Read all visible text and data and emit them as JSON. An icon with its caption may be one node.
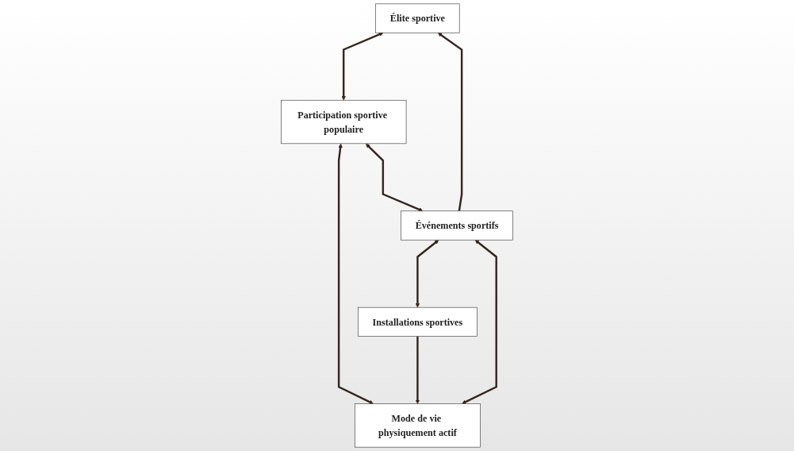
{
  "diagram": {
    "nodes": [
      {
        "text": [
          "Élite sportive"
        ]
      },
      {
        "text": [
          "Participation sportive populaire"
        ]
      },
      {
        "text": [
          "Événements sportifs"
        ]
      },
      {
        "text": [
          "Mode de vie physiquement actif"
        ]
      },
      {
        "text": [
          "Installations sportives"
        ]
      }
    ],
    "edges": [
      {
        "from": 2,
        "to": 0,
        "arrow": "to"
      },
      {
        "from": 0,
        "to": 1,
        "arrow": "both"
      },
      {
        "from": 1,
        "to": 2,
        "arrow": "both"
      },
      {
        "from": 1,
        "to": 3,
        "arrow": "both"
      },
      {
        "from": 3,
        "to": 2,
        "arrow": "both"
      },
      {
        "from": 2,
        "to": 4,
        "arrow": "both"
      },
      {
        "from": 4,
        "to": 3,
        "arrow": "to"
      }
    ]
  }
}
